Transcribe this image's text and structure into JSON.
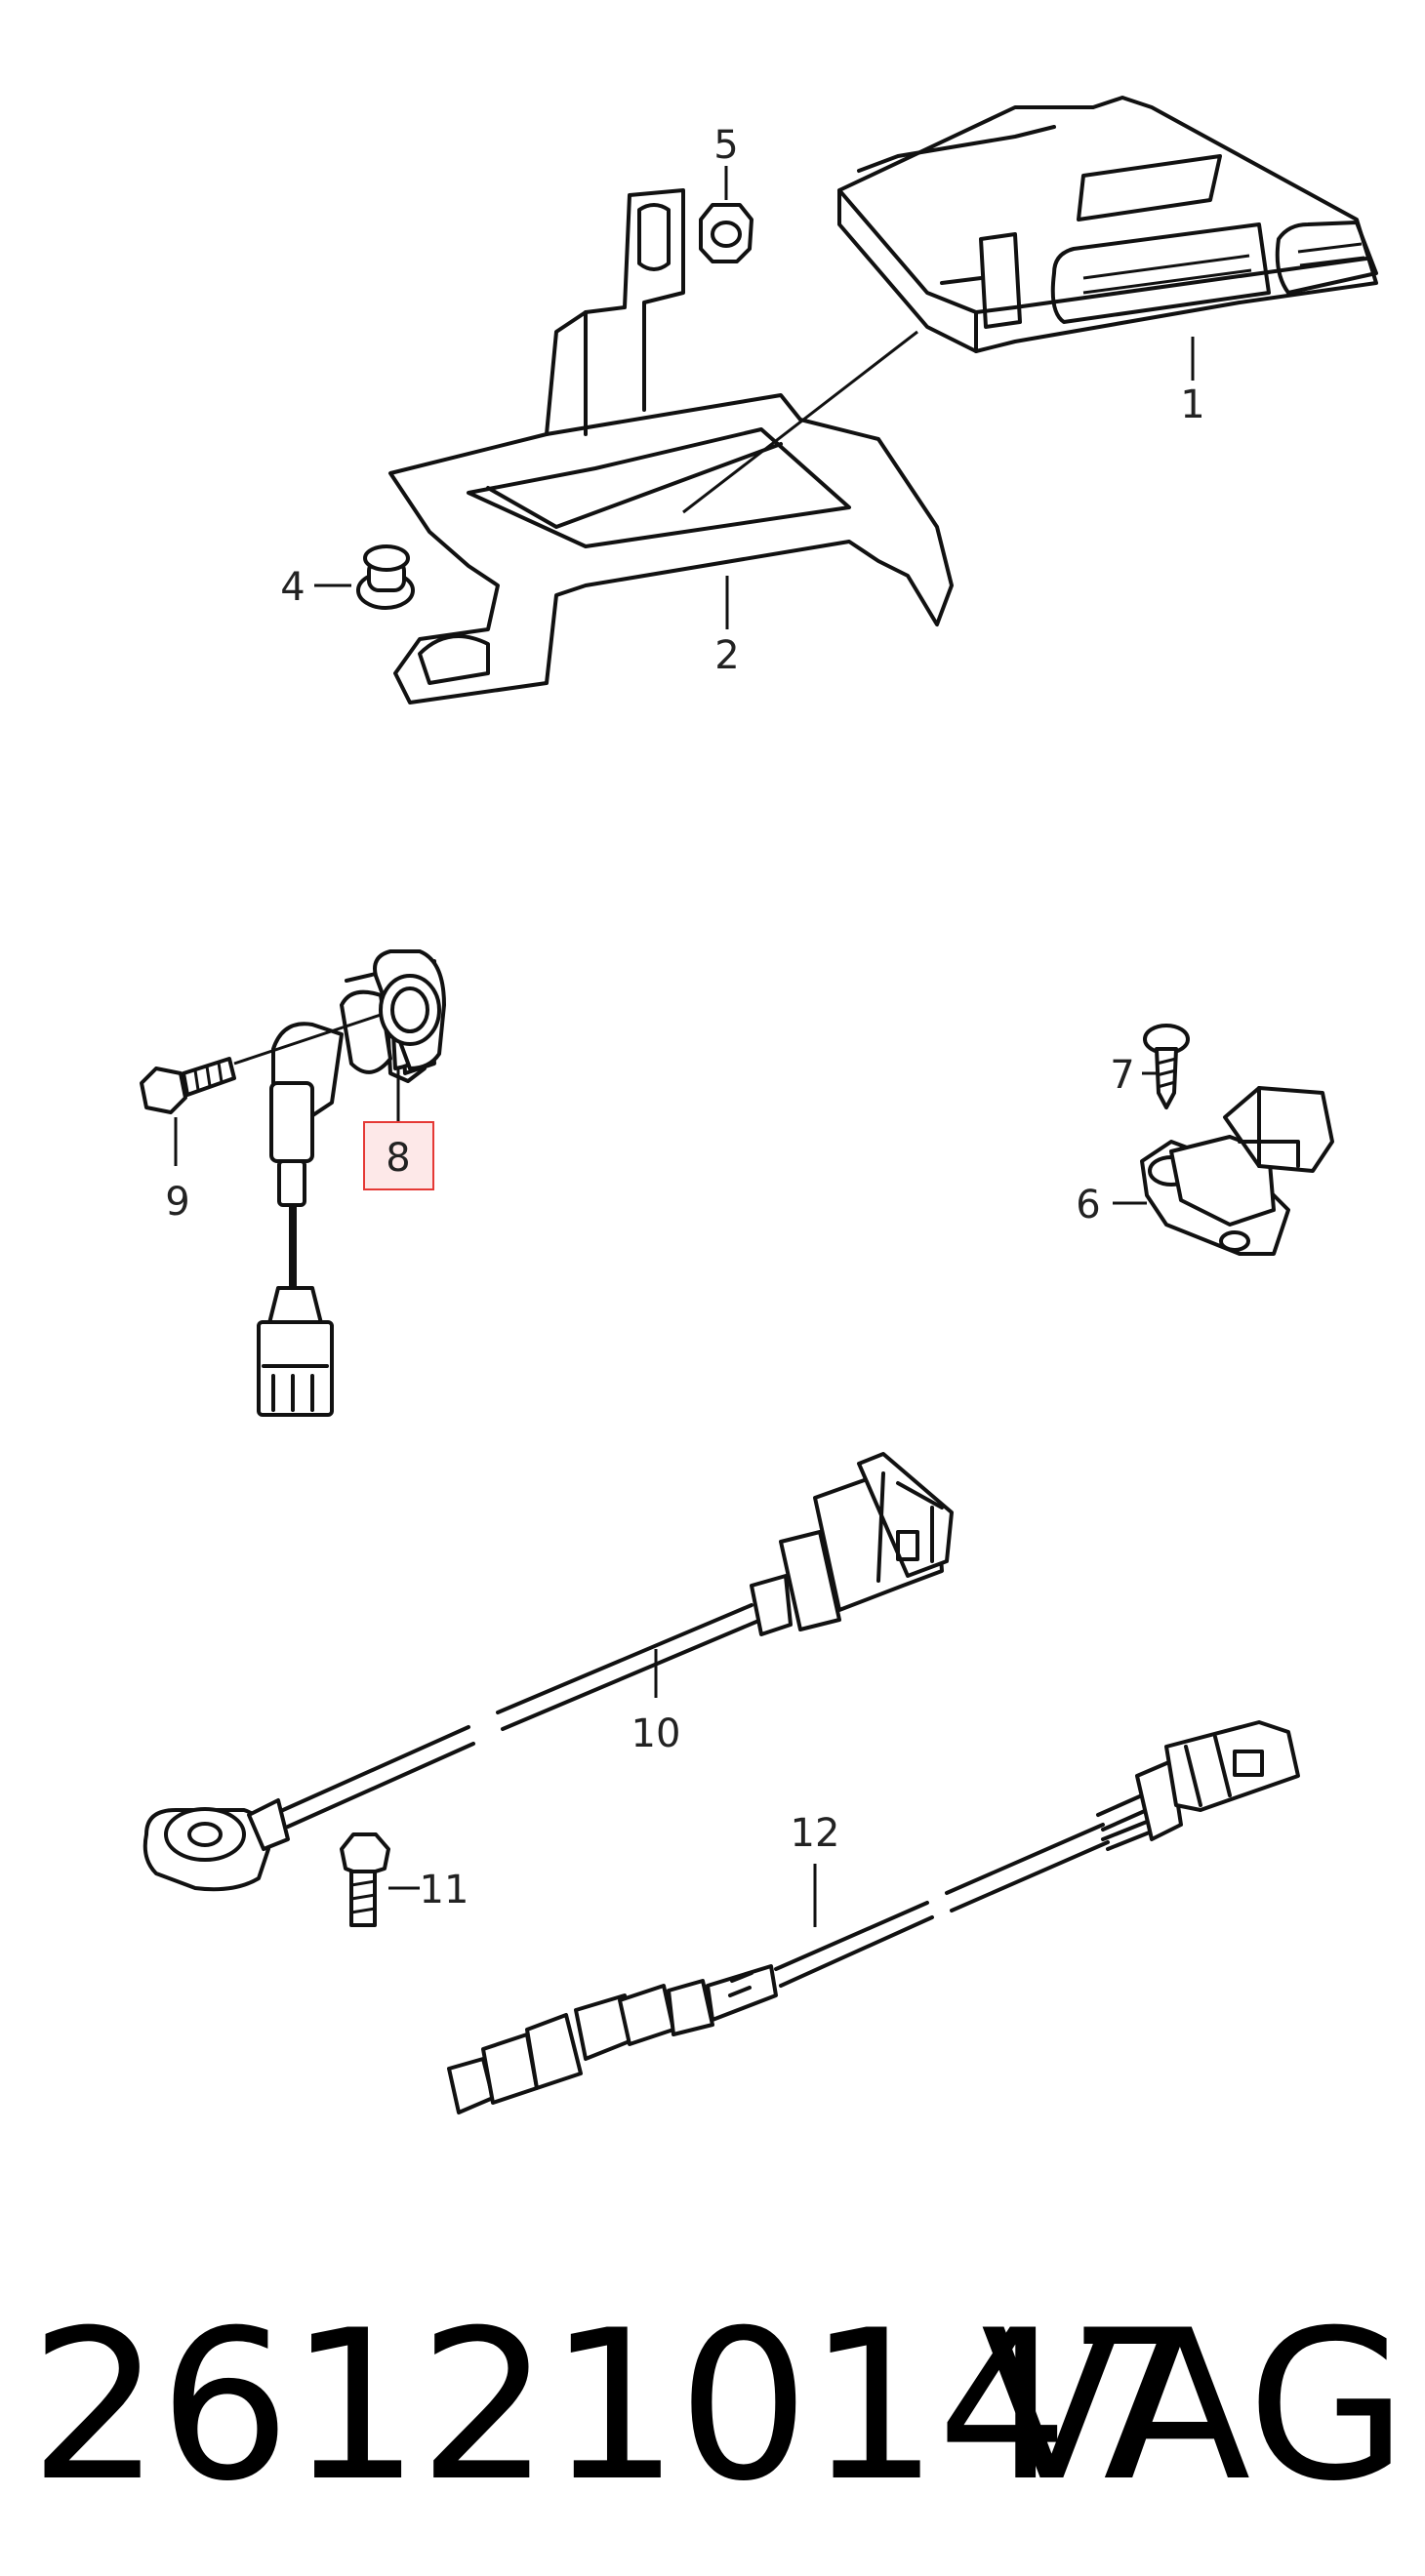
{
  "callouts": {
    "c1": "1",
    "c2": "2",
    "c3": "4",
    "c4": "5",
    "c5": "7",
    "c6": "6",
    "c7": "9",
    "c8": "8",
    "c9": "10",
    "c10": "11",
    "c11": "12"
  },
  "highlight": {
    "callout": "8",
    "color": "#e53935",
    "fill": "#fde8e8"
  },
  "footer": {
    "part_number": "261210147",
    "brand": "VAG"
  }
}
